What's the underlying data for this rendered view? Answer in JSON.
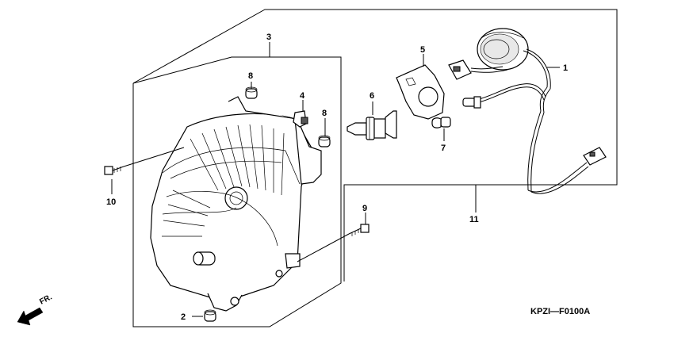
{
  "diagram": {
    "callouts": {
      "c1": "1",
      "c2": "2",
      "c3": "3",
      "c4": "4",
      "c5": "5",
      "c6": "6",
      "c7": "7",
      "c8a": "8",
      "c8b": "8",
      "c9": "9",
      "c10": "10",
      "c11": "11"
    },
    "diagram_code": "KPZI—F0100A",
    "direction_label": "FR."
  }
}
